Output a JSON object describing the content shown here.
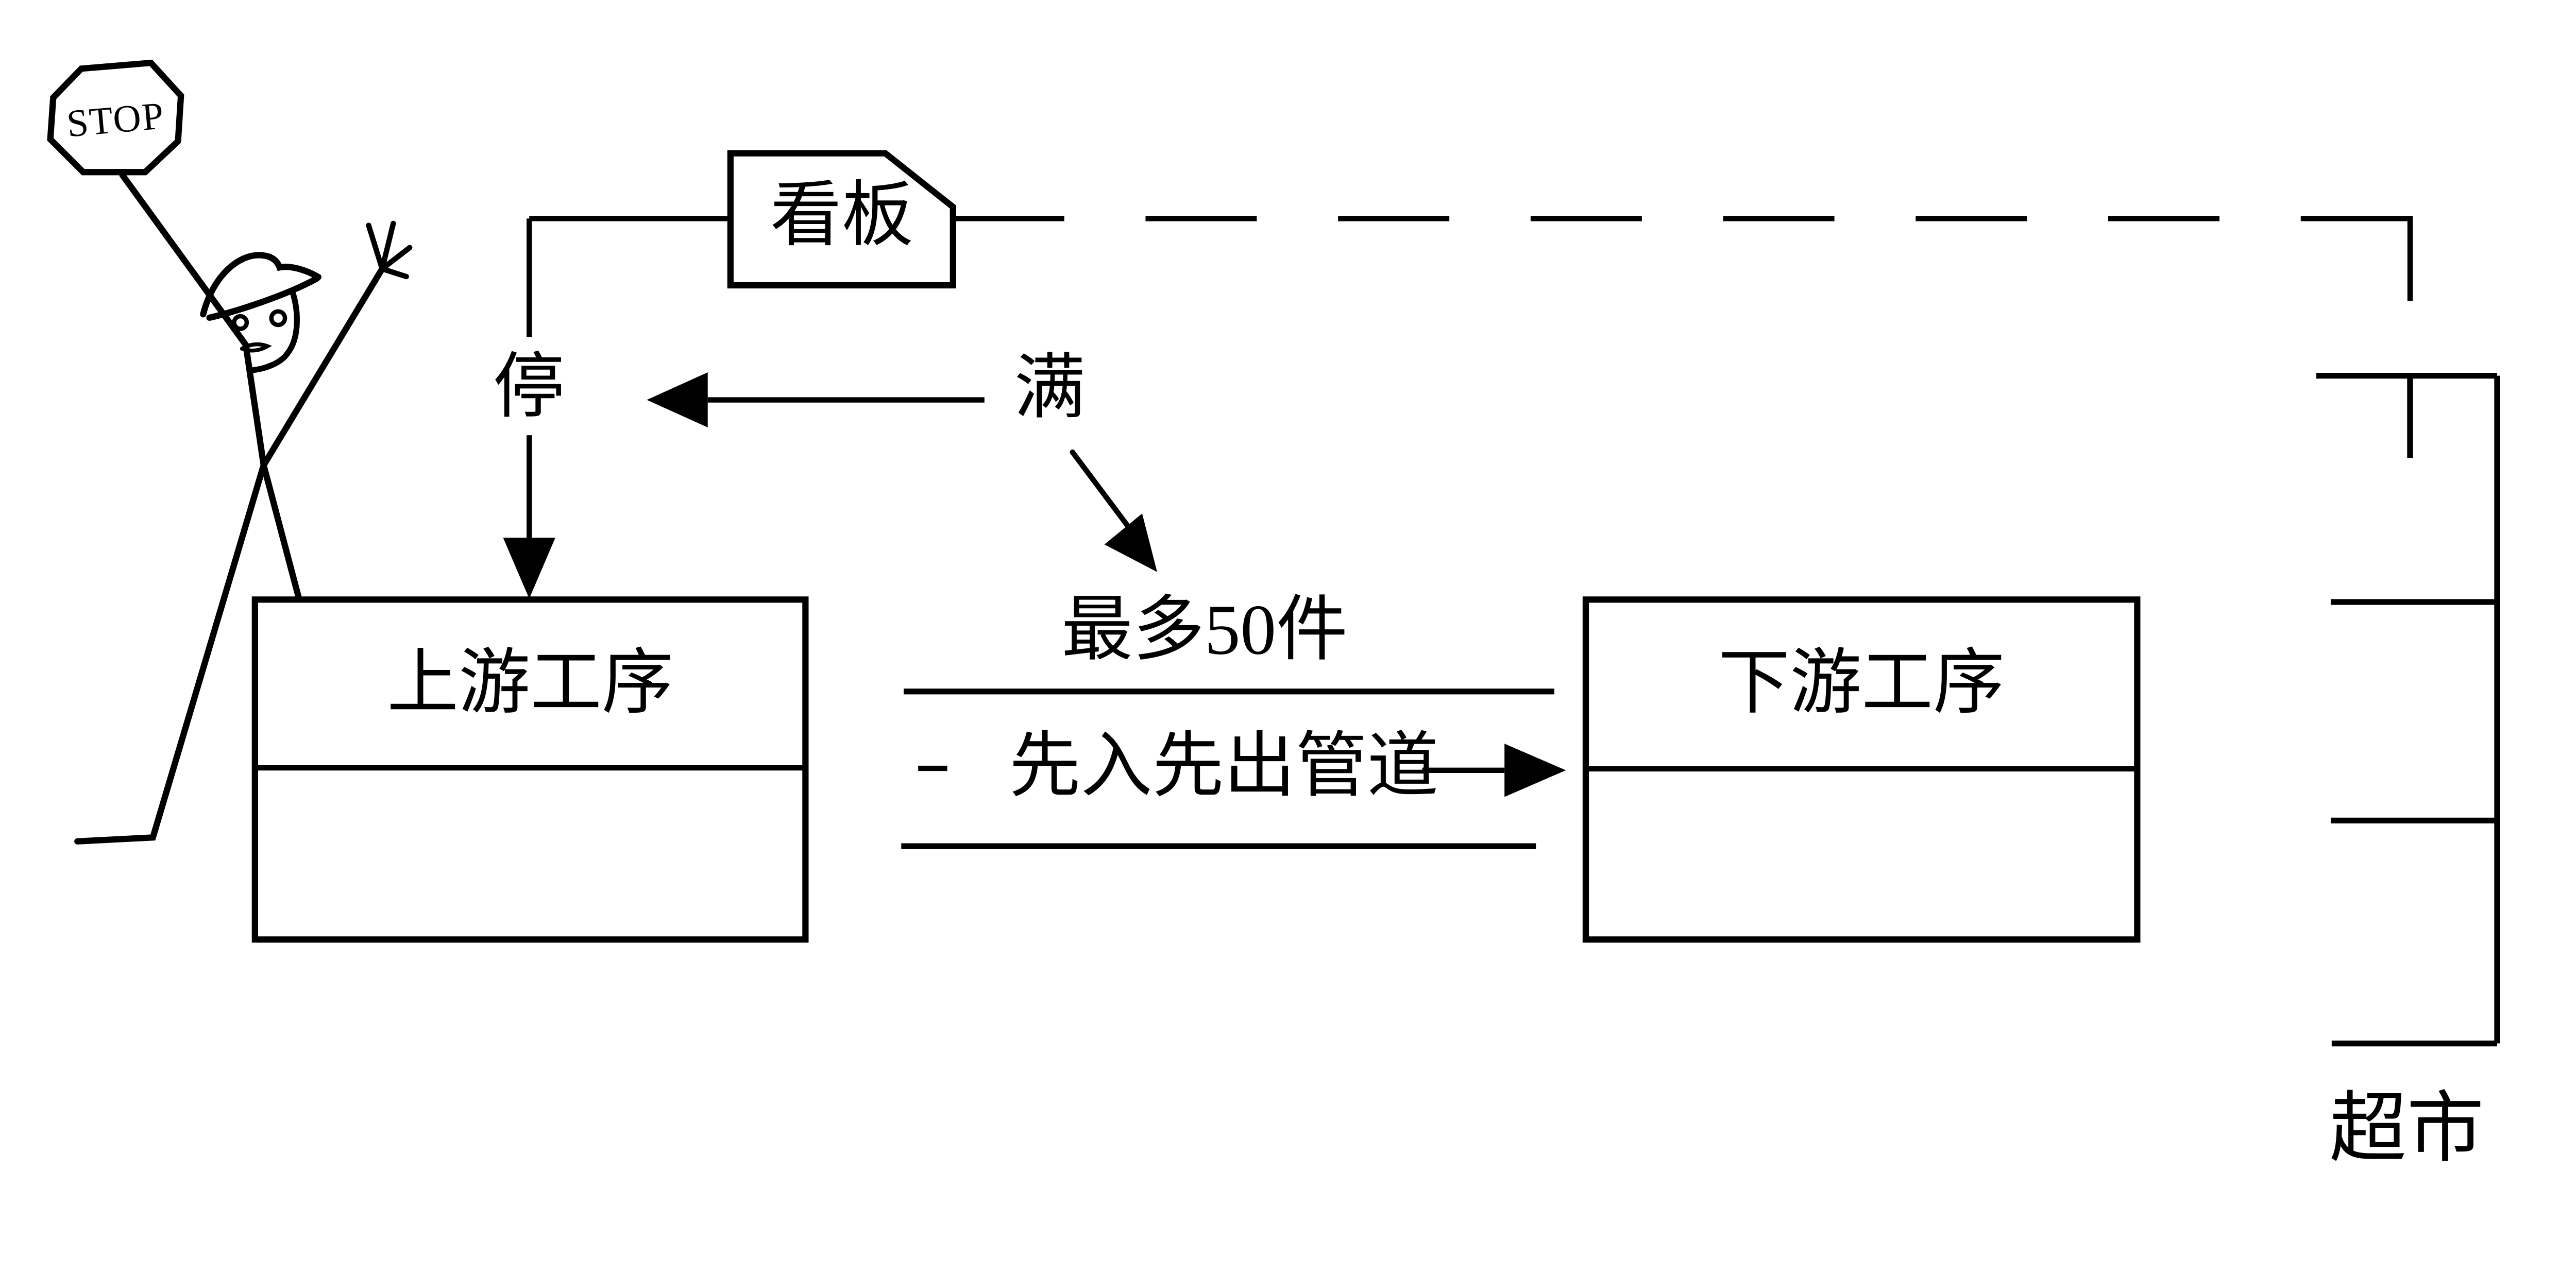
{
  "labels": {
    "stop_sign": "STOP",
    "kanban": "看板",
    "stop_signal": "停",
    "full_signal": "满",
    "max_capacity": "最多50件",
    "fifo_pipe": "先入先出管道",
    "upstream_process": "上游工序",
    "downstream_process": "下游工序",
    "supermarket": "超市"
  },
  "colors": {
    "line": "#000000",
    "background": "#ffffff"
  }
}
